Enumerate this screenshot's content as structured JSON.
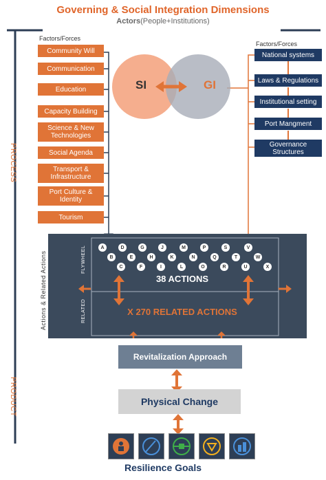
{
  "header": {
    "title": "Governing & Social Integration Dimensions",
    "subtitle_bold": "Actors",
    "subtitle_rest": "(People+Institutions)"
  },
  "side_labels": {
    "process": "PROCESS",
    "product": "PRODUCT"
  },
  "left_factors": {
    "heading": "Factors/Forces",
    "items": [
      "Community Will",
      "Communication",
      "Education",
      "Capacity Building",
      "Science & New Technologies",
      "Social Agenda",
      "Transport & Infrastructure",
      "Port Culture & Identity",
      "Tourism"
    ]
  },
  "right_factors": {
    "heading": "Factors/Forces",
    "items": [
      "National systems",
      "Laws & Regulations",
      "Institutional setting",
      "Port Mangment",
      "Governance Structures"
    ]
  },
  "venn": {
    "left": "SI",
    "right": "GI"
  },
  "panel": {
    "side_label": "Actions & Related Actions",
    "flywheel_label": "FLYWHEEL",
    "related_label": "RELATED",
    "keys_row1": [
      "A",
      "D",
      "G",
      "J",
      "M",
      "P",
      "S",
      "V"
    ],
    "keys_row2": [
      "B",
      "E",
      "H",
      "K",
      "N",
      "Q",
      "T",
      "W"
    ],
    "keys_row3": [
      "C",
      "F",
      "I",
      "L",
      "O",
      "R",
      "U",
      "X"
    ],
    "actions_count": "38 ACTIONS",
    "related_count": "X 270 RELATED ACTIONS"
  },
  "revitalization": "Revitalization Approach",
  "physical_change": "Physical Change",
  "resilience_goals": "Resilience Goals",
  "colors": {
    "orange": "#e07437",
    "navy": "#1f3a63",
    "panel": "#3b4a5c",
    "grey_box": "#6e7f93",
    "light_box": "#d3d3d3"
  },
  "goal_icons": [
    "people-icon",
    "road-icon",
    "satellite-icon",
    "network-icon",
    "city-icon"
  ]
}
